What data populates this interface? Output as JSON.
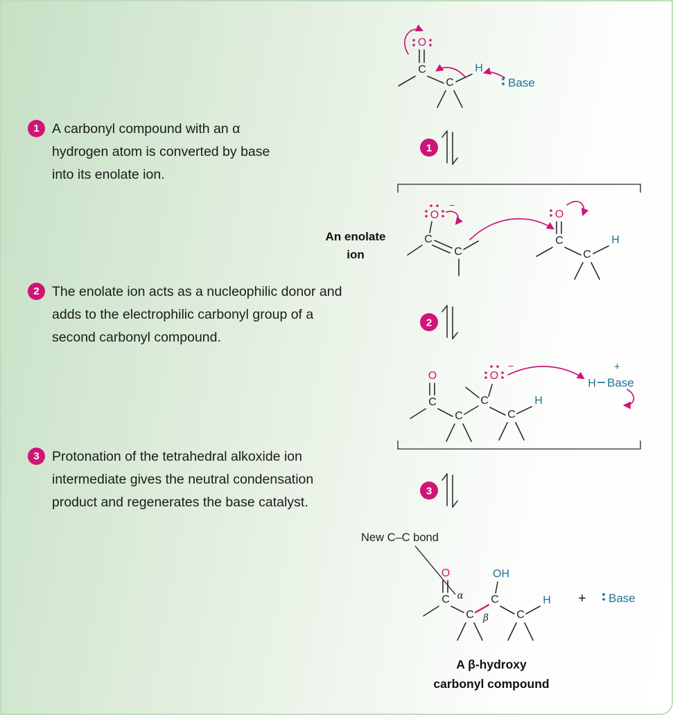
{
  "colors": {
    "magenta": "#cf1578",
    "teal": "#1d7396",
    "background_green": "#c6e0c5",
    "border_green": "#bedcbc"
  },
  "steps": [
    {
      "num": "1",
      "text": "A carbonyl compound with an α hydrogen atom is converted by base into its enolate ion."
    },
    {
      "num": "2",
      "text": "The enolate ion acts as a nucleophilic donor and adds to the electrophilic carbonyl group of a second carbonyl compound."
    },
    {
      "num": "3",
      "text": "Protonation of the tetrahedral alkoxide ion intermediate gives the neutral condensation product and regenerates the base catalyst."
    }
  ],
  "labels": {
    "enolate_1": "An enolate",
    "enolate_2": "ion",
    "new_bond": "New C–C bond",
    "caption_1": "A β-hydroxy",
    "caption_2": "carbonyl compound",
    "base": "Base",
    "plus": "+",
    "minus": "−",
    "alpha": "α",
    "beta": "β"
  },
  "atoms": {
    "C": "C",
    "O": "O",
    "H": "H",
    "OH": "OH"
  }
}
